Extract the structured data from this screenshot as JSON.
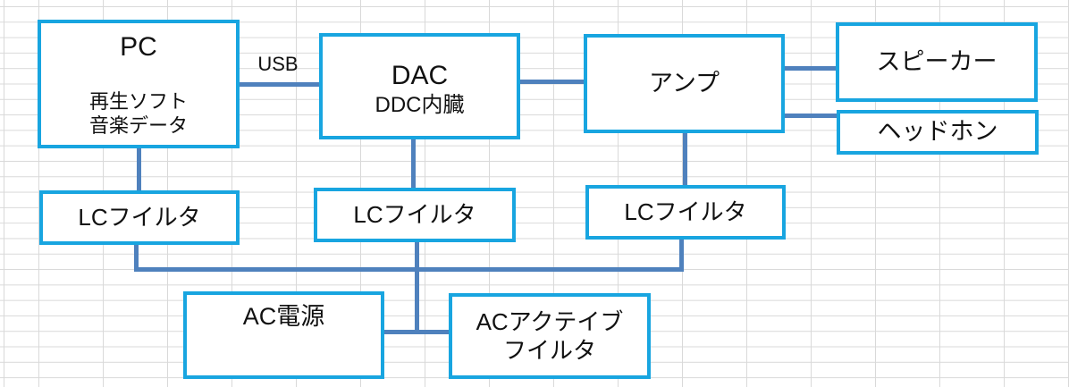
{
  "diagram": {
    "colors": {
      "box_border": "#18a5e0",
      "connector": "#4f81bd",
      "gridline": "#d9d9d9",
      "text": "#111111"
    },
    "nodes": {
      "pc": {
        "title": "PC",
        "lines": [
          "再生ソフト",
          "音楽データ"
        ]
      },
      "dac": {
        "title": "DAC",
        "subtitle": "DDC内臓"
      },
      "amp": {
        "label": "アンプ"
      },
      "speaker": {
        "label": "スピーカー"
      },
      "headphone": {
        "label": "ヘッドホン"
      },
      "lc_filter_1": {
        "label": "LCフイルタ"
      },
      "lc_filter_2": {
        "label": "LCフイルタ"
      },
      "lc_filter_3": {
        "label": "LCフイルタ"
      },
      "ac_power": {
        "label": "AC電源"
      },
      "ac_active_filter": {
        "lines": [
          "ACアクテイブ",
          "フイルタ"
        ]
      }
    },
    "edge_labels": {
      "usb": "USB"
    }
  }
}
